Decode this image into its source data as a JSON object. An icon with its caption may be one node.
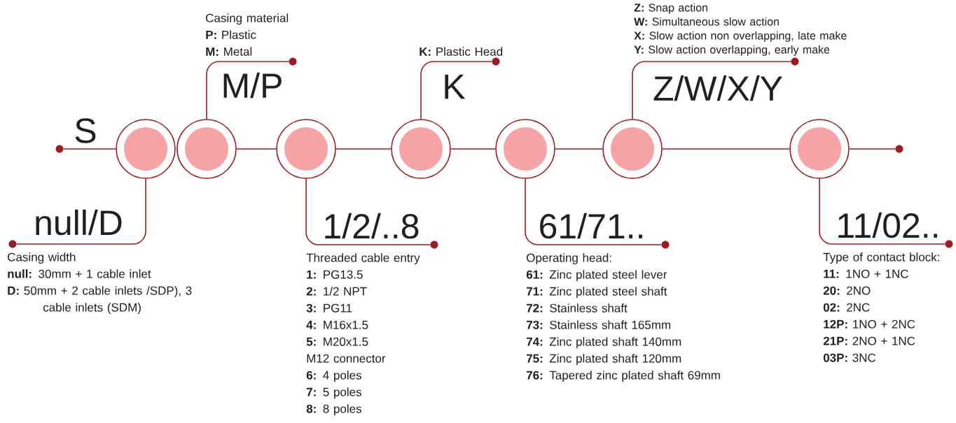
{
  "diagram": {
    "nodes": [
      {
        "text": [],
        "shape": "circle"
      },
      {
        "text": [],
        "shape": "circle"
      },
      {
        "text": [],
        "shape": "circle"
      },
      {
        "text": [],
        "shape": "circle"
      },
      {
        "text": [],
        "shape": "circle"
      },
      {
        "text": [],
        "shape": "circle"
      },
      {
        "text": [],
        "shape": "circle"
      },
      {
        "text": [],
        "shape": "dot"
      },
      {
        "text": [],
        "shape": "dot",
        "beside": [
          "Casing width",
          "**null:** 30mm + 1 cable inlet",
          "**D:** 50mm + 2 cable inlets /SDP), 3 cable inlets (SDM)"
        ]
      },
      {
        "text": [],
        "shape": "dot",
        "beside": [
          "Casing material",
          "**P:** Plastic",
          "**M:** Metal"
        ]
      },
      {
        "text": [],
        "shape": "dot",
        "beside": [
          "Threaded cable entry",
          "**1:** PG13.5",
          "**2:** 1/2 NPT",
          "**3:** PG11",
          "**4:** M16x1.5",
          "**5:** M20x1.5",
          "M12 connector",
          "**6:** 4 poles",
          "**7:** 5 poles",
          "**8:** 8 poles"
        ]
      },
      {
        "text": [],
        "shape": "dot",
        "beside": [
          "**K:** Plastic Head"
        ]
      },
      {
        "text": [],
        "shape": "dot",
        "beside": [
          "Operating head:",
          "**61:** Zinc plated steel lever",
          "**71:** Zinc plated steel shaft",
          "**72:** Stainless shaft",
          "**73:** Stainless shaft 165mm",
          "**74:** Zinc plated shaft 140mm",
          "**75:** Zinc plated shaft 120mm",
          "**76:** Tapered zinc plated shaft 69mm"
        ]
      },
      {
        "text": [],
        "shape": "dot",
        "beside": [
          "**Z:** Snap action",
          "**W:** Simultaneous slow action",
          "**X:** Slow action non overlapping, late make",
          "**Y:** Slow action overlapping, early make"
        ]
      },
      {
        "text": [],
        "shape": "dot",
        "beside": [
          "Type of contact block:",
          "**11:** 1NO + 1NC",
          "**20:** 2NO",
          "**02:** 2NC",
          "**12P:** 1NO + 2NC",
          "**21P:** 2NO + 1NC",
          "**03P:** 3NC"
        ]
      },
      {
        "text": [],
        "shape": "dot"
      }
    ],
    "edges": [
      {
        "from": 0,
        "to": 7,
        "arrow": "none",
        "label": "S"
      },
      {
        "from": 0,
        "to": 8,
        "arrow": "none",
        "label": "null/D"
      },
      {
        "from": 1,
        "to": 9,
        "arrow": "none",
        "label": "M/P"
      },
      {
        "from": 1,
        "to": 2,
        "arrow": "none"
      },
      {
        "from": 2,
        "to": 10,
        "arrow": "none",
        "label": "1/2/..8"
      },
      {
        "from": 2,
        "to": 3,
        "arrow": "none"
      },
      {
        "from": 3,
        "to": 11,
        "arrow": "none",
        "label": "K"
      },
      {
        "from": 3,
        "to": 4,
        "arrow": "none"
      },
      {
        "from": 4,
        "to": 12,
        "arrow": "none",
        "label": "61/71.."
      },
      {
        "from": 4,
        "to": 5,
        "arrow": "none"
      },
      {
        "from": 5,
        "to": 13,
        "arrow": "none",
        "label": "Z/W/X/Y"
      },
      {
        "from": 5,
        "to": 6,
        "arrow": "none"
      },
      {
        "from": 6,
        "to": 14,
        "arrow": "none",
        "label": "11/02.."
      },
      {
        "from": 6,
        "to": 15,
        "arrow": "none"
      }
    ]
  }
}
